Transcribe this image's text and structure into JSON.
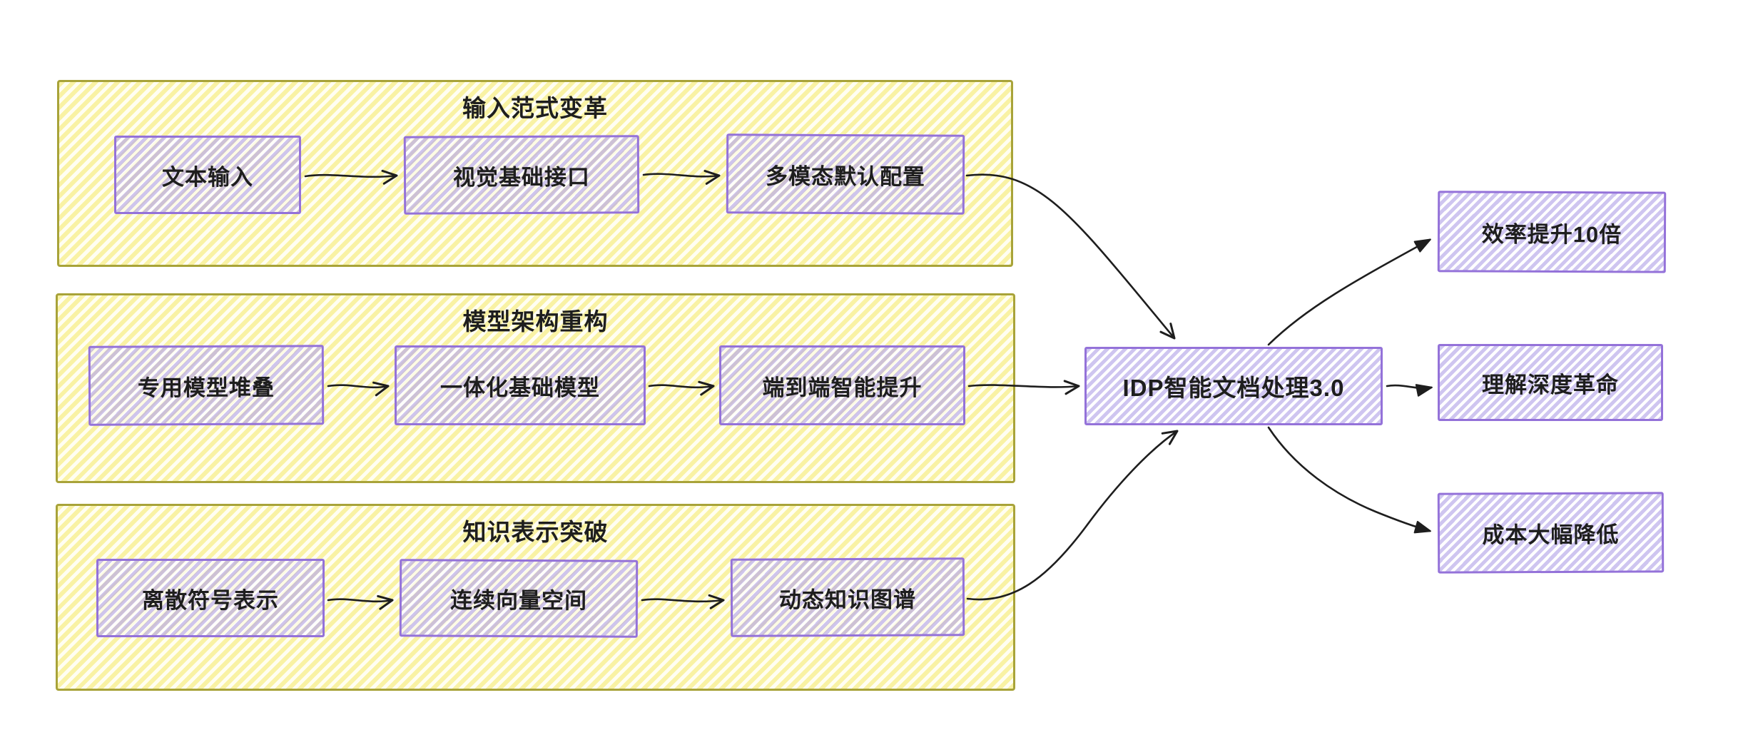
{
  "diagram": {
    "groups": [
      {
        "title": "输入范式变革",
        "nodes": [
          {
            "label": "文本输入"
          },
          {
            "label": "视觉基础接口"
          },
          {
            "label": "多模态默认配置"
          }
        ]
      },
      {
        "title": "模型架构重构",
        "nodes": [
          {
            "label": "专用模型堆叠"
          },
          {
            "label": "一体化基础模型"
          },
          {
            "label": "端到端智能提升"
          }
        ]
      },
      {
        "title": "知识表示突破",
        "nodes": [
          {
            "label": "离散符号表示"
          },
          {
            "label": "连续向量空间"
          },
          {
            "label": "动态知识图谱"
          }
        ]
      }
    ],
    "center": {
      "label": "IDP智能文档处理3.0"
    },
    "outputs": [
      {
        "label": "效率提升10倍"
      },
      {
        "label": "理解深度革命"
      },
      {
        "label": "成本大幅降低"
      }
    ],
    "edges": [
      {
        "from": "文本输入",
        "to": "视觉基础接口"
      },
      {
        "from": "视觉基础接口",
        "to": "多模态默认配置"
      },
      {
        "from": "多模态默认配置",
        "to": "IDP智能文档处理3.0"
      },
      {
        "from": "专用模型堆叠",
        "to": "一体化基础模型"
      },
      {
        "from": "一体化基础模型",
        "to": "端到端智能提升"
      },
      {
        "from": "端到端智能提升",
        "to": "IDP智能文档处理3.0"
      },
      {
        "from": "离散符号表示",
        "to": "连续向量空间"
      },
      {
        "from": "连续向量空间",
        "to": "动态知识图谱"
      },
      {
        "from": "动态知识图谱",
        "to": "IDP智能文档处理3.0"
      },
      {
        "from": "IDP智能文档处理3.0",
        "to": "效率提升10倍"
      },
      {
        "from": "IDP智能文档处理3.0",
        "to": "理解深度革命"
      },
      {
        "from": "IDP智能文档处理3.0",
        "to": "成本大幅降低"
      }
    ],
    "colors": {
      "group_border": "#a8a339",
      "group_fill": "#f8f0a0",
      "node_border": "#9472d9",
      "node_fill": "#ded7f6",
      "arrow": "#1e1e1e",
      "text": "#1e1e1e",
      "background": "#ffffff"
    }
  }
}
